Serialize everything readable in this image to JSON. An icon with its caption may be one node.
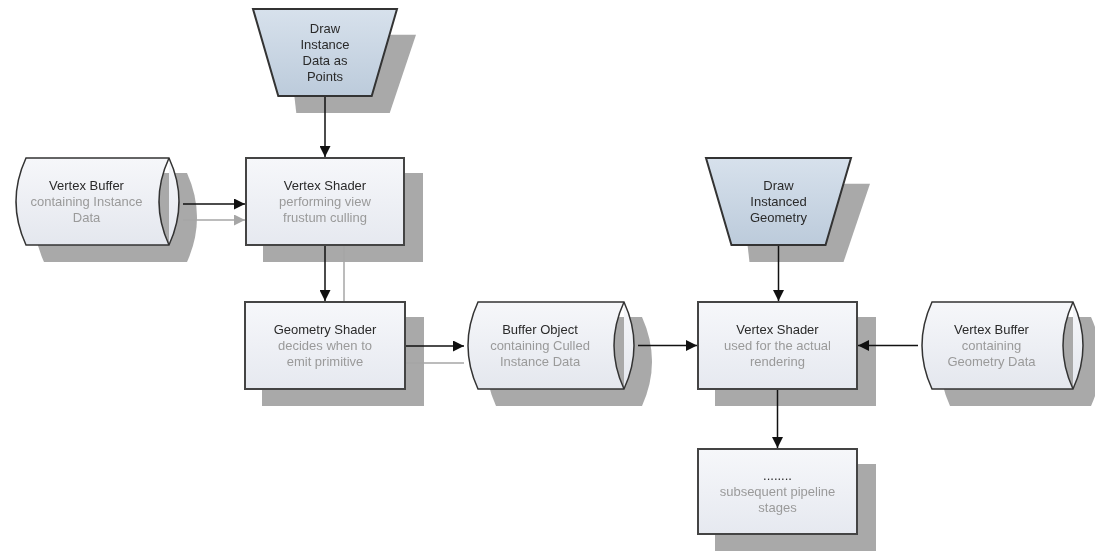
{
  "diagram": {
    "nodes": [
      {
        "text": [
          "Draw Instance Data as Points"
        ]
      },
      {
        "text": [
          "Vertex Buffer",
          "containing Instance Data"
        ]
      },
      {
        "text": [
          "Vertex Shader",
          "performing view frustum culling"
        ]
      },
      {
        "text": [
          "Geometry Shader",
          "decides when to emit primitive"
        ]
      },
      {
        "text": [
          "Buffer Object",
          "containing Culled Instance Data"
        ]
      },
      {
        "text": [
          "Draw Instanced Geometry"
        ]
      },
      {
        "text": [
          "Vertex Shader",
          "used for the actual rendering"
        ]
      },
      {
        "text": [
          "Vertex Buffer",
          "containing Geometry Data"
        ]
      },
      {
        "text": [
          "........",
          "subsequent pipeline stages"
        ]
      }
    ],
    "edges": [
      {
        "from": 0,
        "to": 2,
        "arrow": "to"
      },
      {
        "from": 1,
        "to": 2,
        "arrow": "to"
      },
      {
        "from": 1,
        "to": 2,
        "arrow": "to",
        "color": "#a6a6a6"
      },
      {
        "from": 2,
        "to": 3,
        "arrow": "to"
      },
      {
        "from": 2,
        "to": 3,
        "arrow": "none",
        "color": "#a6a6a6"
      },
      {
        "from": 3,
        "to": 4,
        "arrow": "to"
      },
      {
        "from": 3,
        "to": 4,
        "arrow": "none",
        "color": "#a6a6a6"
      },
      {
        "from": 4,
        "to": 6,
        "arrow": "to"
      },
      {
        "from": 5,
        "to": 6,
        "arrow": "to"
      },
      {
        "from": 7,
        "to": 6,
        "arrow": "to"
      },
      {
        "from": 6,
        "to": 8,
        "arrow": "to"
      }
    ]
  }
}
